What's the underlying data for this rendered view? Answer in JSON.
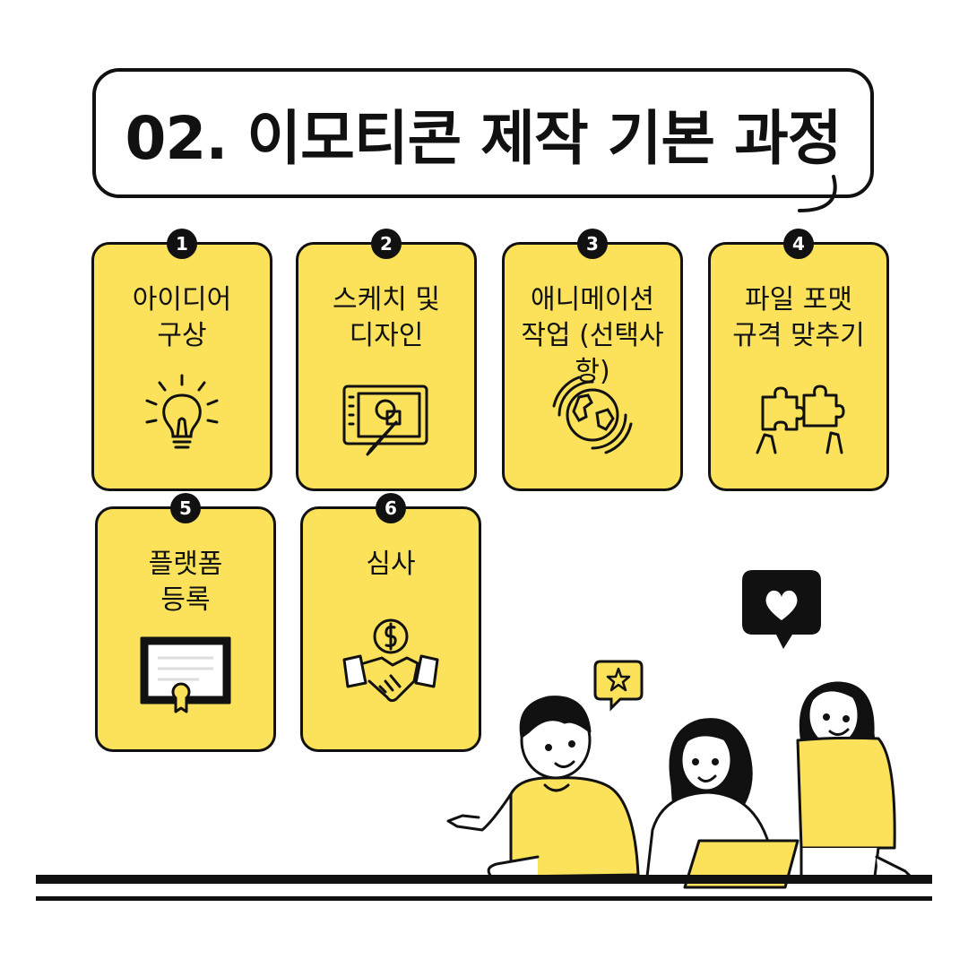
{
  "title": "02. 이모티콘 제작 기본 과정",
  "steps": [
    {
      "num": "1",
      "label": "아이디어\n구상",
      "icon": "lightbulb-icon"
    },
    {
      "num": "2",
      "label": "스케치 및\n디자인",
      "icon": "drawing-tablet-icon"
    },
    {
      "num": "3",
      "label": "애니메이션\n작업 (선택사항)",
      "icon": "globe-icon"
    },
    {
      "num": "4",
      "label": "파일 포맷\n규격 맞추기",
      "icon": "puzzle-pieces-icon"
    },
    {
      "num": "5",
      "label": "플랫폼\n등록",
      "icon": "certificate-icon"
    },
    {
      "num": "6",
      "label": "심사",
      "icon": "handshake-dollar-icon"
    }
  ],
  "colors": {
    "accent": "#fbe25a",
    "outline": "#111111",
    "background": "#ffffff"
  }
}
